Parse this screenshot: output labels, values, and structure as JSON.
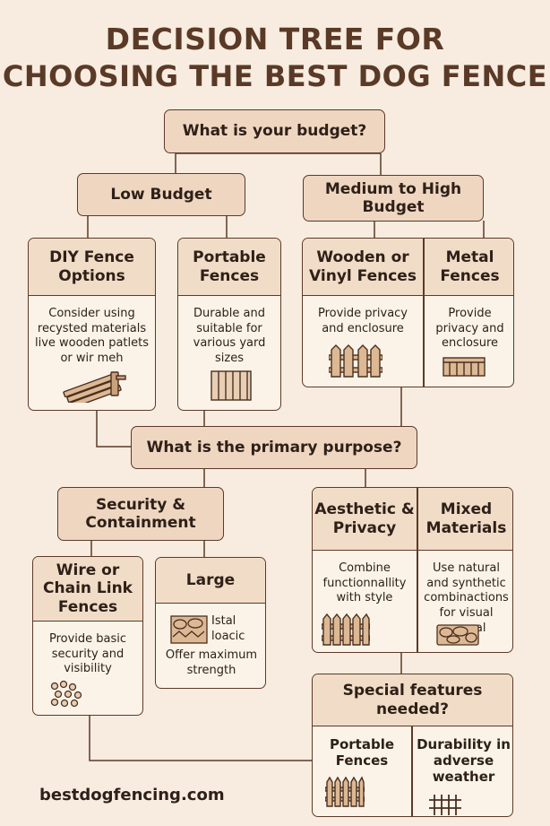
{
  "title": {
    "line1": "DECISION TREE FOR",
    "line2": "CHOOSING THE BEST DOG FENCE"
  },
  "budget_question": "What is your budget?",
  "low_budget": {
    "label": "Low Budget",
    "diy": {
      "title": "DIY Fence Options",
      "text": "Consider using recysted materials live wooden patlets or wir meh",
      "icon": "wooden-pallets-icon"
    },
    "portable": {
      "title": "Portable Fences",
      "text": "Durable and suitable for various yard sizes",
      "icon": "fence-panel-icon"
    }
  },
  "high_budget": {
    "label": "Medium to High Budget",
    "wooden": {
      "title": "Wooden or Vinyl Fences",
      "text": "Provide privacy and enclosure",
      "icon": "picket-fence-icon"
    },
    "metal": {
      "title": "Metal Fences",
      "text": "Provide privacy and enclosure",
      "icon": "metal-gate-icon"
    }
  },
  "purpose_question": "What is the primary purpose?",
  "security": {
    "label": "Security & Containment",
    "wire": {
      "title": "Wire or Chain Link Fences",
      "text": "Provide basic security and visibility",
      "icon": "chain-link-icon"
    },
    "large": {
      "title": "Large",
      "text_1": "Istal loacic",
      "text_2": "Offer maximum strength",
      "icon": "stone-wall-icon"
    }
  },
  "aesthetic": {
    "aesthetic_privacy": {
      "title": "Aesthetic & Privacy",
      "text": "Combine functionnallity with style",
      "icon": "picket-fence-icon"
    },
    "mixed": {
      "title": "Mixed Materials",
      "text": "Use natural and synthetic combinactions for visual appeal",
      "icon": "stone-wall-icon"
    }
  },
  "special": {
    "label": "Special features needed?",
    "portable": {
      "title": "Portable Fences",
      "icon": "picket-fence-icon"
    },
    "durability": {
      "title": "Durability in adverse weather",
      "icon": "wire-grid-icon"
    }
  },
  "footer": "bestdogfencing.com",
  "colors": {
    "background": "#f7ecdf",
    "box_fill": "#efd6c1",
    "card_fill": "#fbf3e8",
    "line": "#5c3a28",
    "title": "#5a3a27"
  }
}
